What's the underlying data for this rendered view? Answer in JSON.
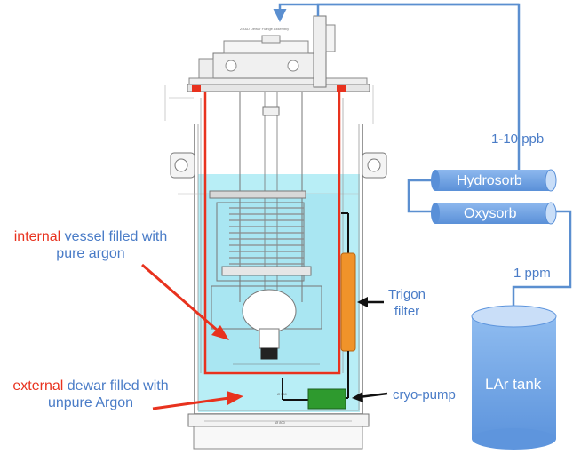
{
  "labels": {
    "internal_word": "internal",
    "internal_rest": " vessel filled with",
    "internal_line2": "pure argon",
    "external_word": "external",
    "external_rest": " dewar filled with",
    "external_line2": "unpure Argon",
    "trigon_line1": "Trigon",
    "trigon_line2": "filter",
    "cryo_pump": "cryo-pump",
    "hydrosorb": "Hydrosorb",
    "oxysorb": "Oxysorb",
    "range_ppb": "1-10 ppb",
    "one_ppm": "1 ppm",
    "lar_tank": "LAr tank"
  },
  "colors": {
    "liquid": "#b8eef6",
    "pipe": "#5b8fd0",
    "vessel_red": "#e8321e",
    "filter_orange": "#f0932a",
    "pump_green": "#2e9a2e",
    "tank_blue": "#6fa3e0"
  }
}
